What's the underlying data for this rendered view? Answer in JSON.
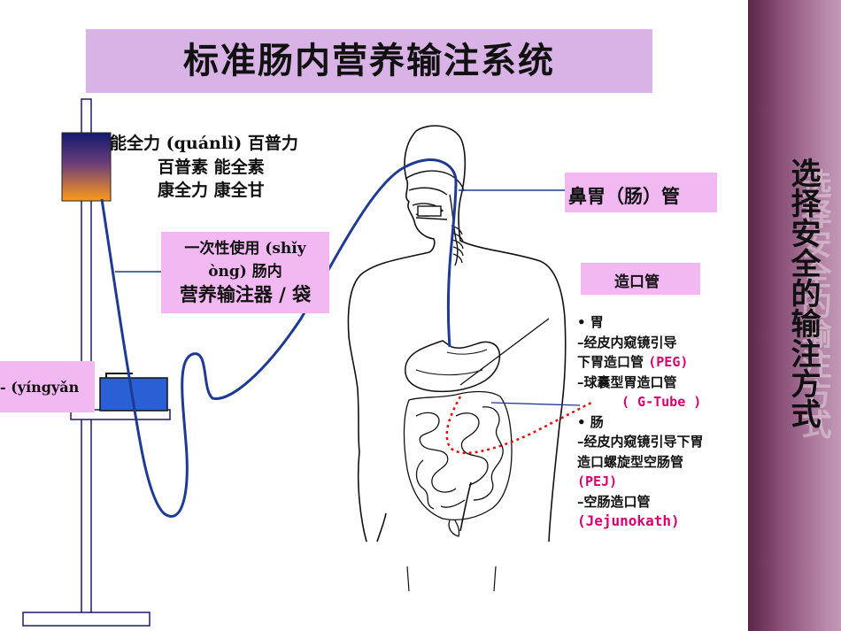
{
  "title": "标准肠内营养输注系统",
  "sidebar": {
    "text": "选择安全的输注方式"
  },
  "brands": {
    "line1": "能全力 (quánlì)  百普力",
    "line2": "百普素  能全素",
    "line3": "康全力  康全甘"
  },
  "pump_label": {
    "line1": "一次性使用 (shǐy",
    "line2": "òng) 肠内",
    "line3": "营养输注器 / 袋"
  },
  "pump_partial": "- (yíngyǎn",
  "nasogastric_label": "鼻胃（肠）管",
  "ostomy_label": "造口管",
  "ostomy_list": {
    "stomach_header": "• 胃",
    "peg_desc": "–经皮内窥镜引导",
    "peg_desc2": "下胃造口管",
    "peg_code": "(PEG)",
    "gtube_desc": "–球囊型胃造口管",
    "gtube_code": "( G-Tube )",
    "intestine_header": "•  肠",
    "pej_desc": "–经皮内窥镜引导下胃",
    "pej_desc2": "造口螺旋型空肠管",
    "pej_code": "(PEJ)",
    "jej_desc": "–空肠造口管",
    "jej_code": "(Jejunokath)"
  },
  "colors": {
    "title_bg": "#d9b3e6",
    "label_bg": "#f2b8f2",
    "tube": "#1f3a93",
    "pump": "#2a5fd6",
    "accent_red": "#d6006e",
    "dotted_red": "#e01010",
    "sidebar_dark": "#5a2748"
  }
}
